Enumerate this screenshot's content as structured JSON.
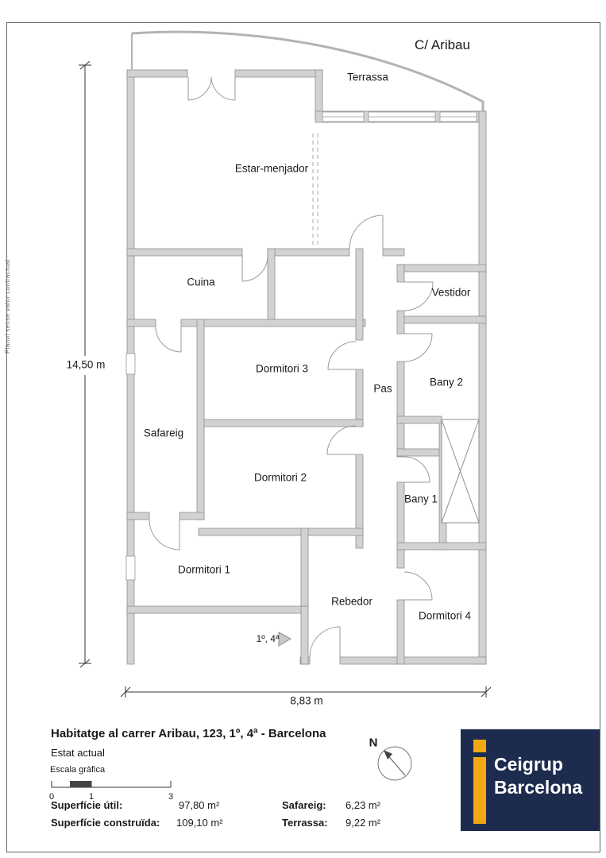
{
  "page": {
    "margin_note": "Plànol sense valor contractual"
  },
  "plan": {
    "street": "C/ Aribau",
    "unit": "1º, 4ª",
    "rooms": {
      "terrassa": "Terrassa",
      "estar_menjador": "Estar-menjador",
      "cuina": "Cuina",
      "vestidor": "Vestidor",
      "dormitori_3": "Dormitori 3",
      "pas": "Pas",
      "bany_2": "Bany 2",
      "safareig": "Safareig",
      "dormitori_2": "Dormitori 2",
      "bany_1": "Bany 1",
      "dormitori_1": "Dormitori 1",
      "rebedor": "Rebedor",
      "dormitori_4": "Dormitori 4"
    },
    "dim_height": "14,50 m",
    "dim_width": "8,83 m"
  },
  "footer": {
    "title": "Habitatge al carrer Aribau, 123, 1º, 4ª - Barcelona",
    "subtitle": "Estat actual",
    "scale_label": "Escala gràfica",
    "scale_ticks": [
      "0",
      "1",
      "3"
    ],
    "north_label": "N",
    "areas": [
      {
        "label": "Superfície útil:",
        "value": "97,80 m²"
      },
      {
        "label": "Superfície construïda:",
        "value": "109,10 m²"
      },
      {
        "label": "Safareig:",
        "value": "6,23 m²"
      },
      {
        "label": "Terrassa:",
        "value": "9,22 m²"
      }
    ],
    "logo": {
      "line1": "Ceigrup",
      "line2": "Barcelona"
    }
  },
  "colors": {
    "wall": "#d2d2d2",
    "wall_edge": "#8f8f8f",
    "logo_bg": "#1d2c4e",
    "logo_accent": "#f3a712"
  }
}
